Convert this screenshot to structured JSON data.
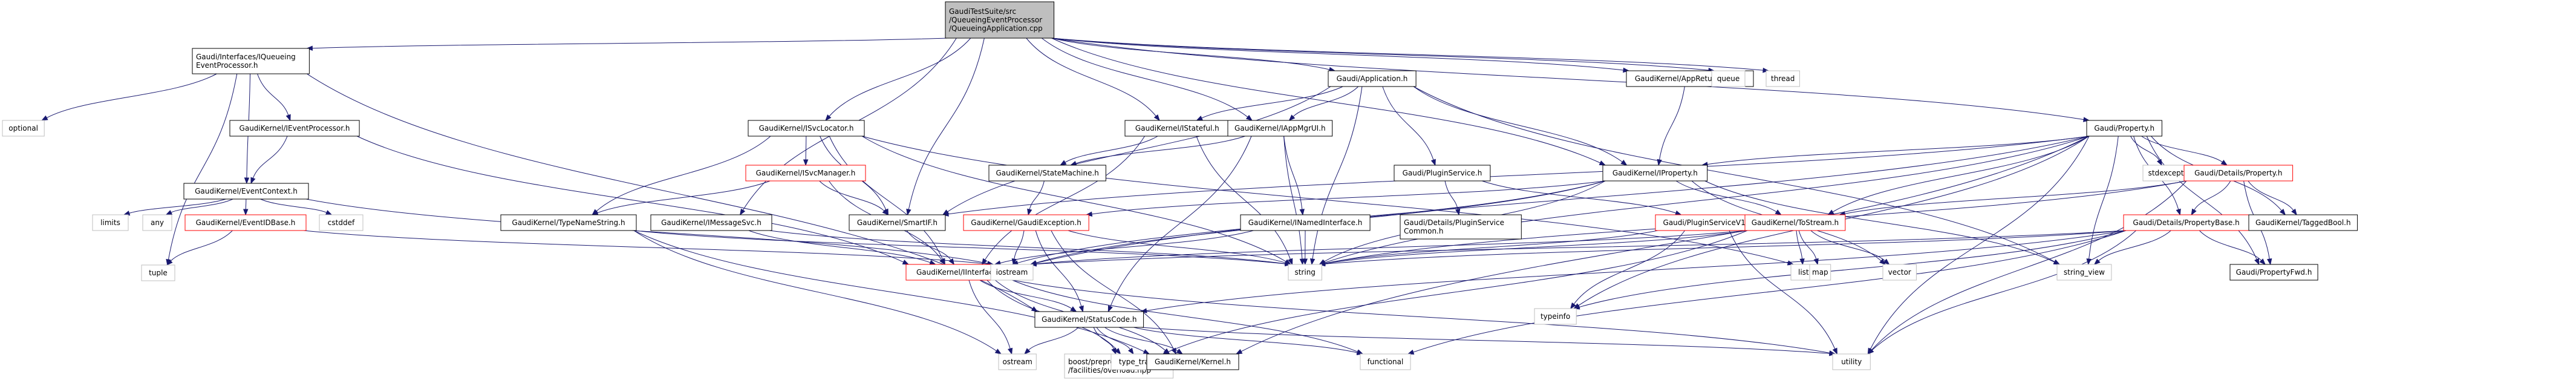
{
  "title": "Include dependency graph for QueueingApplication.cpp",
  "colors": {
    "edge": "#191970",
    "root_fill": "#bfbfbf",
    "documented_border": "#000000",
    "undocumented_border": "#ff0000",
    "system_border": "#bfbfbf"
  },
  "nodes": [
    {
      "id": "root",
      "kind": "root",
      "lines": [
        "GaudiTestSuite/src",
        "/QueueingEventProcessor",
        "/QueueingApplication.cpp"
      ]
    },
    {
      "id": "iqep",
      "kind": "doc",
      "lines": [
        "Gaudi/Interfaces/IQueueing",
        "EventProcessor.h"
      ]
    },
    {
      "id": "optional",
      "kind": "sys",
      "lines": [
        "optional"
      ]
    },
    {
      "id": "iep",
      "kind": "doc",
      "lines": [
        "GaudiKernel/IEventProcessor.h"
      ]
    },
    {
      "id": "evctx",
      "kind": "doc",
      "lines": [
        "GaudiKernel/EventContext.h"
      ]
    },
    {
      "id": "limits",
      "kind": "sys",
      "lines": [
        "limits"
      ]
    },
    {
      "id": "any",
      "kind": "sys",
      "lines": [
        "any"
      ]
    },
    {
      "id": "evidbase",
      "kind": "red",
      "lines": [
        "GaudiKernel/EventIDBase.h"
      ]
    },
    {
      "id": "cstddef",
      "kind": "sys",
      "lines": [
        "cstddef"
      ]
    },
    {
      "id": "tuple",
      "kind": "sys",
      "lines": [
        "tuple"
      ]
    },
    {
      "id": "isvcloc",
      "kind": "doc",
      "lines": [
        "GaudiKernel/ISvcLocator.h"
      ]
    },
    {
      "id": "isvcmgr",
      "kind": "red",
      "lines": [
        "GaudiKernel/ISvcManager.h"
      ]
    },
    {
      "id": "typename",
      "kind": "doc",
      "lines": [
        "GaudiKernel/TypeNameString.h"
      ]
    },
    {
      "id": "imsgsvc",
      "kind": "doc",
      "lines": [
        "GaudiKernel/IMessageSvc.h"
      ]
    },
    {
      "id": "smartif",
      "kind": "doc",
      "lines": [
        "GaudiKernel/SmartIF.h"
      ]
    },
    {
      "id": "iinterface",
      "kind": "red",
      "lines": [
        "GaudiKernel/IInterface.h"
      ]
    },
    {
      "id": "iostream",
      "kind": "sys",
      "lines": [
        "iostream"
      ]
    },
    {
      "id": "string",
      "kind": "sys",
      "lines": [
        "string"
      ]
    },
    {
      "id": "statuscode",
      "kind": "doc",
      "lines": [
        "GaudiKernel/StatusCode.h"
      ]
    },
    {
      "id": "ostream",
      "kind": "sys",
      "lines": [
        "ostream"
      ]
    },
    {
      "id": "boostpp",
      "kind": "sys",
      "lines": [
        "boost/preprocessor",
        "/facilities/overload.hpp"
      ]
    },
    {
      "id": "typetraits",
      "kind": "sys",
      "lines": [
        "type_traits"
      ]
    },
    {
      "id": "kernel",
      "kind": "doc",
      "lines": [
        "GaudiKernel/Kernel.h"
      ]
    },
    {
      "id": "functional",
      "kind": "sys",
      "lines": [
        "functional"
      ]
    },
    {
      "id": "utility",
      "kind": "sys",
      "lines": [
        "utility"
      ]
    },
    {
      "id": "typeinfo",
      "kind": "sys",
      "lines": [
        "typeinfo"
      ]
    },
    {
      "id": "app",
      "kind": "doc",
      "lines": [
        "Gaudi/Application.h"
      ]
    },
    {
      "id": "istateful",
      "kind": "doc",
      "lines": [
        "GaudiKernel/IStateful.h"
      ]
    },
    {
      "id": "iappmgrui",
      "kind": "doc",
      "lines": [
        "GaudiKernel/IAppMgrUI.h"
      ]
    },
    {
      "id": "statemachine",
      "kind": "doc",
      "lines": [
        "GaudiKernel/StateMachine.h"
      ]
    },
    {
      "id": "gaudiexc",
      "kind": "red",
      "lines": [
        "GaudiKernel/GaudiException.h"
      ]
    },
    {
      "id": "inamed",
      "kind": "doc",
      "lines": [
        "GaudiKernel/INamedInterface.h"
      ]
    },
    {
      "id": "pluginsvc",
      "kind": "doc",
      "lines": [
        "Gaudi/PluginService.h"
      ]
    },
    {
      "id": "pluginsvccommon",
      "kind": "doc",
      "lines": [
        "Gaudi/Details/PluginService",
        "Common.h"
      ]
    },
    {
      "id": "pluginsvcv1",
      "kind": "red",
      "lines": [
        "Gaudi/PluginServiceV1.h"
      ]
    },
    {
      "id": "iproperty",
      "kind": "doc",
      "lines": [
        "GaudiKernel/IProperty.h"
      ]
    },
    {
      "id": "tostream",
      "kind": "red",
      "lines": [
        "GaudiKernel/ToStream.h"
      ]
    },
    {
      "id": "list",
      "kind": "sys",
      "lines": [
        "list"
      ]
    },
    {
      "id": "map",
      "kind": "sys",
      "lines": [
        "map"
      ]
    },
    {
      "id": "vector",
      "kind": "sys",
      "lines": [
        "vector"
      ]
    },
    {
      "id": "appret",
      "kind": "doc",
      "lines": [
        "GaudiKernel/AppReturnCode.h"
      ]
    },
    {
      "id": "queue",
      "kind": "sys",
      "lines": [
        "queue"
      ]
    },
    {
      "id": "thread",
      "kind": "sys",
      "lines": [
        "thread"
      ]
    },
    {
      "id": "property",
      "kind": "doc",
      "lines": [
        "Gaudi/Property.h"
      ]
    },
    {
      "id": "stdexcept",
      "kind": "sys",
      "lines": [
        "stdexcept"
      ]
    },
    {
      "id": "detprop",
      "kind": "red",
      "lines": [
        "Gaudi/Details/Property.h"
      ]
    },
    {
      "id": "propbase",
      "kind": "red",
      "lines": [
        "Gaudi/Details/PropertyBase.h"
      ]
    },
    {
      "id": "taggedbool",
      "kind": "doc",
      "lines": [
        "GaudiKernel/TaggedBool.h"
      ]
    },
    {
      "id": "propfwd",
      "kind": "doc",
      "lines": [
        "Gaudi/PropertyFwd.h"
      ]
    },
    {
      "id": "stringview",
      "kind": "sys",
      "lines": [
        "string_view"
      ]
    }
  ],
  "edges": [
    [
      "root",
      "iqep"
    ],
    [
      "root",
      "isvcloc"
    ],
    [
      "root",
      "app"
    ],
    [
      "root",
      "istateful"
    ],
    [
      "root",
      "iappmgrui"
    ],
    [
      "root",
      "appret"
    ],
    [
      "root",
      "queue"
    ],
    [
      "root",
      "thread"
    ],
    [
      "root",
      "property"
    ],
    [
      "root",
      "iproperty"
    ],
    [
      "root",
      "smartif"
    ],
    [
      "root",
      "imsgsvc"
    ],
    [
      "iqep",
      "optional"
    ],
    [
      "iqep",
      "iep"
    ],
    [
      "iqep",
      "evctx"
    ],
    [
      "iqep",
      "tuple"
    ],
    [
      "iqep",
      "statuscode"
    ],
    [
      "iep",
      "evctx"
    ],
    [
      "iep",
      "iinterface"
    ],
    [
      "evctx",
      "limits"
    ],
    [
      "evctx",
      "any"
    ],
    [
      "evctx",
      "evidbase"
    ],
    [
      "evctx",
      "cstddef"
    ],
    [
      "evctx",
      "iostream"
    ],
    [
      "evidbase",
      "tuple"
    ],
    [
      "evidbase",
      "iostream"
    ],
    [
      "isvcloc",
      "isvcmgr"
    ],
    [
      "isvcloc",
      "typename"
    ],
    [
      "isvcloc",
      "smartif"
    ],
    [
      "isvcloc",
      "iinterface"
    ],
    [
      "isvcloc",
      "string"
    ],
    [
      "isvcloc",
      "list"
    ],
    [
      "isvcmgr",
      "typename"
    ],
    [
      "isvcmgr",
      "smartif"
    ],
    [
      "isvcmgr",
      "iinterface"
    ],
    [
      "typename",
      "string"
    ],
    [
      "typename",
      "ostream"
    ],
    [
      "typename",
      "kernel"
    ],
    [
      "imsgsvc",
      "iinterface"
    ],
    [
      "imsgsvc",
      "string"
    ],
    [
      "smartif",
      "iinterface"
    ],
    [
      "iinterface",
      "statuscode"
    ],
    [
      "iinterface",
      "ostream"
    ],
    [
      "iinterface",
      "typetraits"
    ],
    [
      "iinterface",
      "kernel"
    ],
    [
      "iinterface",
      "functional"
    ],
    [
      "iinterface",
      "utility"
    ],
    [
      "statuscode",
      "ostream"
    ],
    [
      "statuscode",
      "boostpp"
    ],
    [
      "statuscode",
      "typetraits"
    ],
    [
      "statuscode",
      "kernel"
    ],
    [
      "statuscode",
      "utility"
    ],
    [
      "statuscode",
      "functional"
    ],
    [
      "app",
      "istateful"
    ],
    [
      "app",
      "iappmgrui"
    ],
    [
      "app",
      "pluginsvc"
    ],
    [
      "app",
      "iproperty"
    ],
    [
      "app",
      "smartif"
    ],
    [
      "app",
      "string"
    ],
    [
      "app",
      "stringview"
    ],
    [
      "istateful",
      "statemachine"
    ],
    [
      "istateful",
      "iinterface"
    ],
    [
      "istateful",
      "string"
    ],
    [
      "iappmgrui",
      "statemachine"
    ],
    [
      "iappmgrui",
      "inamed"
    ],
    [
      "iappmgrui",
      "statuscode"
    ],
    [
      "iappmgrui",
      "string"
    ],
    [
      "statemachine",
      "gaudiexc"
    ],
    [
      "gaudiexc",
      "statuscode"
    ],
    [
      "gaudiexc",
      "iostream"
    ],
    [
      "gaudiexc",
      "string"
    ],
    [
      "gaudiexc",
      "kernel"
    ],
    [
      "inamed",
      "iinterface"
    ],
    [
      "inamed",
      "string"
    ],
    [
      "pluginsvc",
      "pluginsvccommon"
    ],
    [
      "pluginsvc",
      "pluginsvcv1"
    ],
    [
      "pluginsvcv1",
      "string"
    ],
    [
      "pluginsvcv1",
      "typeinfo"
    ],
    [
      "pluginsvcv1",
      "utility"
    ],
    [
      "iproperty",
      "iinterface"
    ],
    [
      "iproperty",
      "gaudiexc"
    ],
    [
      "iproperty",
      "string"
    ],
    [
      "iproperty",
      "tostream"
    ],
    [
      "iproperty",
      "vector"
    ],
    [
      "iproperty",
      "iostream"
    ],
    [
      "iproperty",
      "stringview"
    ],
    [
      "tostream",
      "list"
    ],
    [
      "tostream",
      "map"
    ],
    [
      "tostream",
      "vector"
    ],
    [
      "tostream",
      "string"
    ],
    [
      "tostream",
      "typetraits"
    ],
    [
      "tostream",
      "iostream"
    ],
    [
      "appret",
      "iproperty"
    ],
    [
      "property",
      "iproperty"
    ],
    [
      "property",
      "detprop"
    ],
    [
      "property",
      "propbase"
    ],
    [
      "property",
      "tostream"
    ],
    [
      "property",
      "smartif"
    ],
    [
      "property",
      "stdexcept"
    ],
    [
      "property",
      "string"
    ],
    [
      "property",
      "stringview"
    ],
    [
      "property",
      "taggedbool"
    ],
    [
      "property",
      "propfwd"
    ],
    [
      "property",
      "typeinfo"
    ],
    [
      "property",
      "utility"
    ],
    [
      "property",
      "kernel"
    ],
    [
      "property",
      "iostream"
    ],
    [
      "detprop",
      "propbase"
    ],
    [
      "detprop",
      "tostream"
    ],
    [
      "detprop",
      "taggedbool"
    ],
    [
      "detprop",
      "propfwd"
    ],
    [
      "detprop",
      "string"
    ],
    [
      "detprop",
      "utility"
    ],
    [
      "propbase",
      "stringview"
    ],
    [
      "propbase",
      "propfwd"
    ],
    [
      "propbase",
      "string"
    ],
    [
      "propbase",
      "statuscode"
    ],
    [
      "propbase",
      "typeinfo"
    ],
    [
      "propbase",
      "utility"
    ],
    [
      "propbase",
      "functional"
    ],
    [
      "propbase",
      "iostream"
    ]
  ]
}
